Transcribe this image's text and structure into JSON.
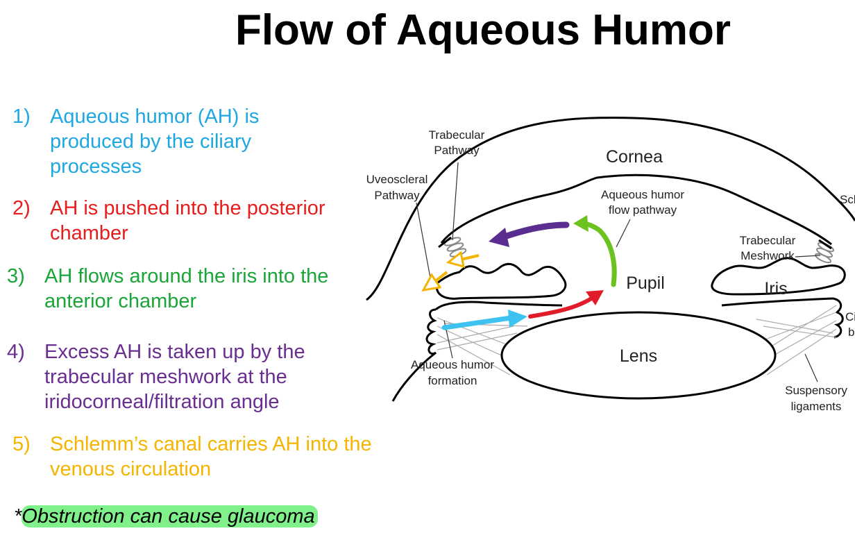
{
  "title": "Flow of Aqueous Humor",
  "steps": [
    {
      "num": "1)",
      "text": "Aqueous humor (AH) is produced by the ciliary processes",
      "color": "#1ea7e1"
    },
    {
      "num": "2)",
      "text": "AH is pushed into the posterior chamber",
      "color": "#e81c1c"
    },
    {
      "num": "3)",
      "text": "AH flows around the iris into the anterior chamber",
      "color": "#1aa538"
    },
    {
      "num": "4)",
      "text": "Excess AH is taken up by the trabecular meshwork at the iridocorneal/filtration angle",
      "color": "#6a2d91"
    },
    {
      "num": "5)",
      "text": "Schlemm’s canal carries AH into the venous circulation",
      "color": "#f4b400"
    }
  ],
  "note": {
    "prefix": "*",
    "text": "Obstruction can cause glaucoma",
    "highlight": "#7ff08a"
  },
  "diagram": {
    "labels": {
      "trabecular_pathway_1": "Trabecular",
      "trabecular_pathway_2": "Pathway",
      "uveoscleral_1": "Uveoscleral",
      "uveoscleral_2": "Pathway",
      "cornea": "Cornea",
      "ah_flow_1": "Aqueous humor",
      "ah_flow_2": "flow pathway",
      "schlemm_partial": "Scl",
      "trab_mesh_1": "Trabecular",
      "trab_mesh_2": "Meshwork",
      "pupil": "Pupil",
      "iris": "Iris",
      "lens": "Lens",
      "ah_formation_1": "Aqueous humor",
      "ah_formation_2": "formation",
      "ciliary_partial_1": "Ci",
      "ciliary_partial_2": "b",
      "suspensory_1": "Suspensory",
      "suspensory_2": "ligaments"
    },
    "arrow_colors": {
      "formation": "#3ec3f0",
      "posterior": "#e21b2a",
      "anterior": "#6cc21e",
      "trabecular": "#5a2d91",
      "schlemm": "#f4b400"
    }
  }
}
